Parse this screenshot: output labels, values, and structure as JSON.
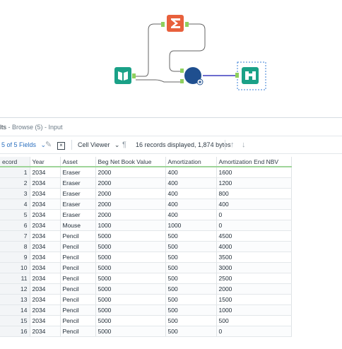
{
  "canvas": {
    "tools": [
      "input-data-tool",
      "summarize-tool",
      "join-tool",
      "browse-tool"
    ]
  },
  "results": {
    "title_prefix": "lts",
    "title_sep": " - ",
    "title_browse": "Browse (5)",
    "title_input": "Input",
    "fields_label": "5 of 5 Fields",
    "cell_viewer_label": "Cell Viewer",
    "records_info": "16 records displayed, 1,874 bytes",
    "columns": [
      "ecord",
      "Year",
      "Asset",
      "Beg Net Book Value",
      "Amortization",
      "Amortization End NBV"
    ],
    "rows": [
      [
        "1",
        "2034",
        "Eraser",
        "2000",
        "400",
        "1600"
      ],
      [
        "2",
        "2034",
        "Eraser",
        "2000",
        "400",
        "1200"
      ],
      [
        "3",
        "2034",
        "Eraser",
        "2000",
        "400",
        "800"
      ],
      [
        "4",
        "2034",
        "Eraser",
        "2000",
        "400",
        "400"
      ],
      [
        "5",
        "2034",
        "Eraser",
        "2000",
        "400",
        "0"
      ],
      [
        "6",
        "2034",
        "Mouse",
        "1000",
        "1000",
        "0"
      ],
      [
        "7",
        "2034",
        "Pencil",
        "5000",
        "500",
        "4500"
      ],
      [
        "8",
        "2034",
        "Pencil",
        "5000",
        "500",
        "4000"
      ],
      [
        "9",
        "2034",
        "Pencil",
        "5000",
        "500",
        "3500"
      ],
      [
        "10",
        "2034",
        "Pencil",
        "5000",
        "500",
        "3000"
      ],
      [
        "11",
        "2034",
        "Pencil",
        "5000",
        "500",
        "2500"
      ],
      [
        "12",
        "2034",
        "Pencil",
        "5000",
        "500",
        "2000"
      ],
      [
        "13",
        "2034",
        "Pencil",
        "5000",
        "500",
        "1500"
      ],
      [
        "14",
        "2034",
        "Pencil",
        "5000",
        "500",
        "1000"
      ],
      [
        "15",
        "2034",
        "Pencil",
        "5000",
        "500",
        "500"
      ],
      [
        "16",
        "2034",
        "Pencil",
        "5000",
        "500",
        "0"
      ]
    ]
  },
  "colors": {
    "input_tool": "#1aa187",
    "summarize_tool": "#e8603c",
    "join_tool": "#1f4f8f",
    "browse_tool": "#1aa187",
    "anchor": "#8fd05e",
    "header_underline": "#9fd59a"
  }
}
